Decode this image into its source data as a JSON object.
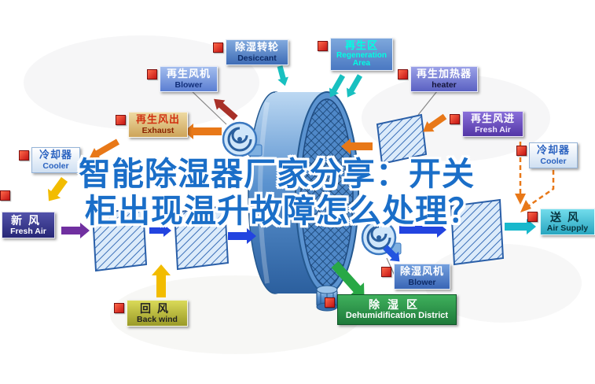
{
  "title": {
    "line1": "智能除湿器厂家分享：开关",
    "line2": "柜出现温升故障怎么处理？"
  },
  "labels": {
    "regen_blower": {
      "zh": "再生风机",
      "en": "Blower"
    },
    "desiccant_wheel": {
      "zh": "除湿转轮",
      "en": "Desiccant"
    },
    "regen_area": {
      "zh": "再生区",
      "en": "Regeneration Area"
    },
    "regen_heater": {
      "zh": "再生加热器",
      "en": "heater"
    },
    "exhaust": {
      "zh": "再生风出",
      "en": "Exhaust"
    },
    "regen_fresh_air": {
      "zh": "再生风进",
      "en": "Fresh Air"
    },
    "cooler_left": {
      "zh": "冷却器",
      "en": "Cooler"
    },
    "cooler_right": {
      "zh": "冷却器",
      "en": "Cooler"
    },
    "fresh_air": {
      "zh": "新风",
      "en": "Fresh Air"
    },
    "air_supply": {
      "zh": "送风",
      "en": "Air Supply"
    },
    "back_wind": {
      "zh": "回风",
      "en": "Back wind"
    },
    "dehumid_blower": {
      "zh": "除湿风机",
      "en": "Blower"
    },
    "dehumid_district": {
      "zh": "除湿区",
      "en": "Dehumidification District"
    }
  },
  "colors": {
    "title_text": "#1a6ec8",
    "title_outline": "#ffffff",
    "rotor_blue": "#4f88c8",
    "marker_red": "#d42020",
    "arrow_orange": "#e87818",
    "arrow_blue": "#2244e0",
    "arrow_teal": "#18b8cc",
    "arrow_yellow": "#f2bc00",
    "arrow_green": "#28a845",
    "arrow_purple": "#7030a0",
    "arrow_maroon": "#a83028"
  }
}
